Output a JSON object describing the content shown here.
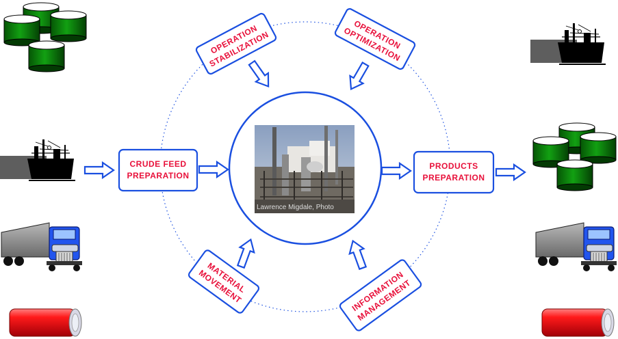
{
  "colors": {
    "accent_blue": "#1a4fe0",
    "label_red": "#e8103a",
    "tank_green": "#0a7a0a",
    "barrel_red": "#e0101a",
    "truck_blue": "#2255ee"
  },
  "processes": {
    "operation_stabilization": [
      "OPERATION",
      "STABILIZATION"
    ],
    "operation_optimization": [
      "OPERATION",
      "OPTIMIZATION"
    ],
    "crude_feed_preparation": [
      "CRUDE FEED",
      "PREPARATION"
    ],
    "products_preparation": [
      "PRODUCTS",
      "PREPARATION"
    ],
    "material_movement": [
      "MATERIAL",
      "MOVEMENT"
    ],
    "information_management": [
      "INFORMATION",
      "MANAGEMENT"
    ]
  },
  "center": {
    "photo_credit": "Lawrence Migdale, Photo"
  },
  "icons": {
    "left": [
      "storage-tanks-icon",
      "tanker-ship-icon",
      "semi-truck-icon",
      "oil-barrel-icon"
    ],
    "right": [
      "tanker-ship-icon",
      "storage-tanks-icon",
      "semi-truck-icon",
      "oil-barrel-icon"
    ]
  }
}
